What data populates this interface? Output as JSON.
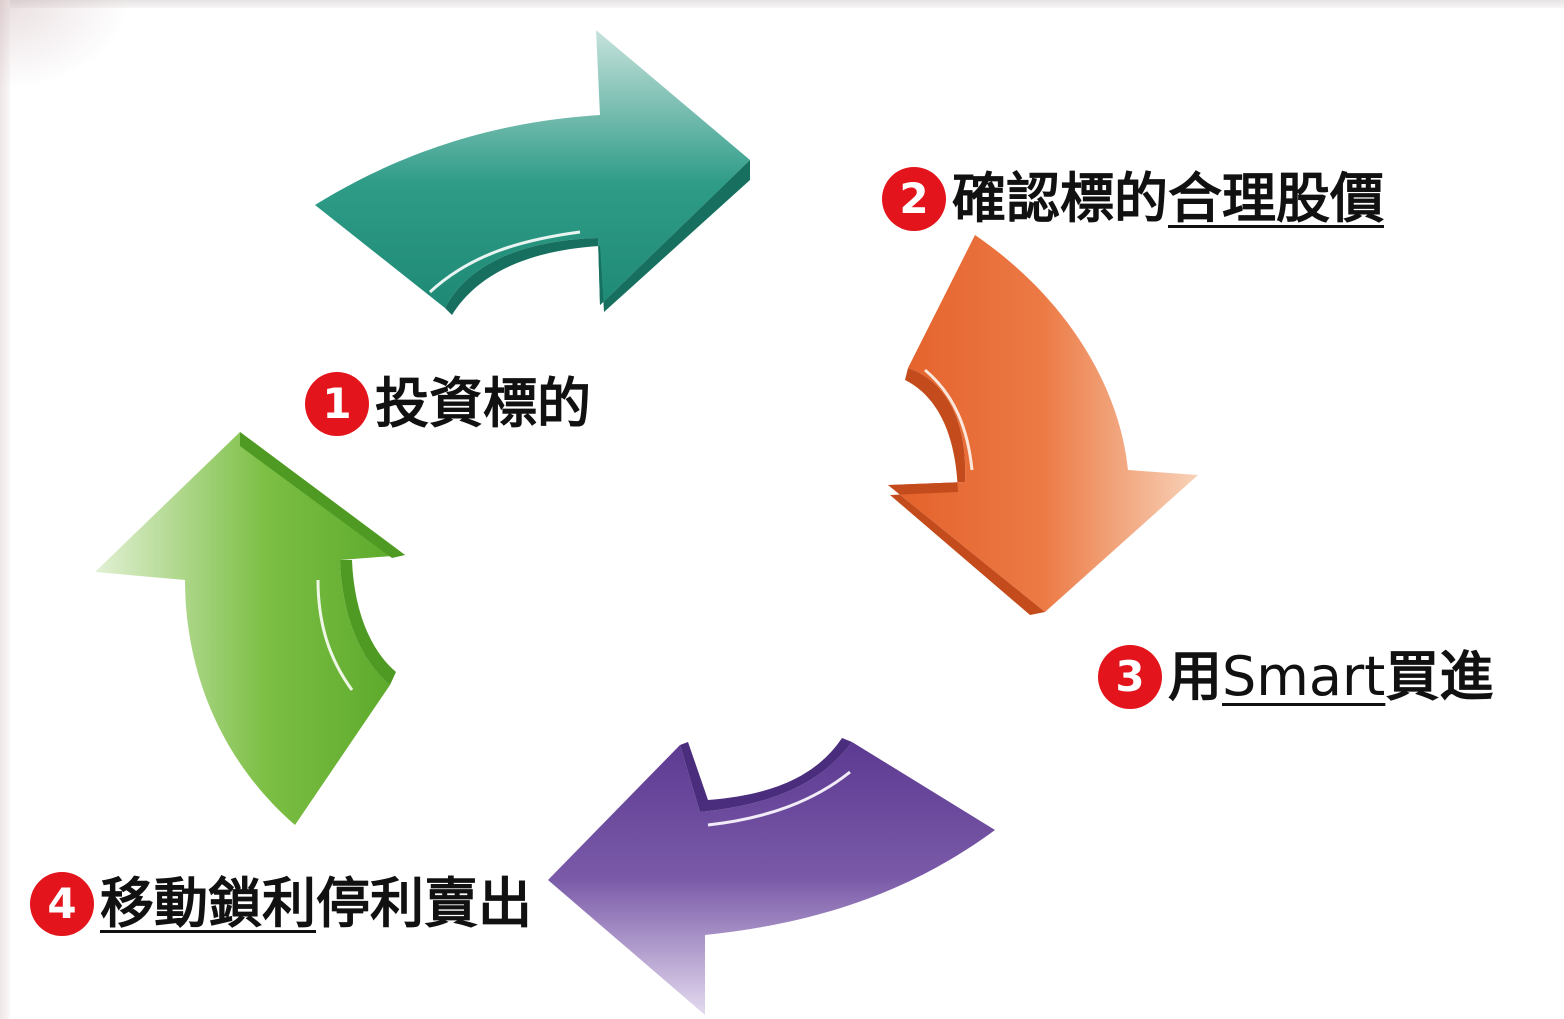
{
  "steps": [
    {
      "number": "1",
      "label": "投資標的"
    },
    {
      "number": "2",
      "label_plain": "確認標的",
      "label_underlined": "合理股價"
    },
    {
      "number": "3",
      "label_plain": "用",
      "label_underlined": "Smart",
      "label_after": "買進"
    },
    {
      "number": "4",
      "label_underlined": "移動鎖利",
      "label_after": "停利賣出"
    }
  ],
  "colors": {
    "arrow_top": "#2a9482",
    "arrow_right": "#e86a34",
    "arrow_bottom": "#6a4a9c",
    "arrow_left": "#72b93a",
    "badge": "#e3141b"
  }
}
